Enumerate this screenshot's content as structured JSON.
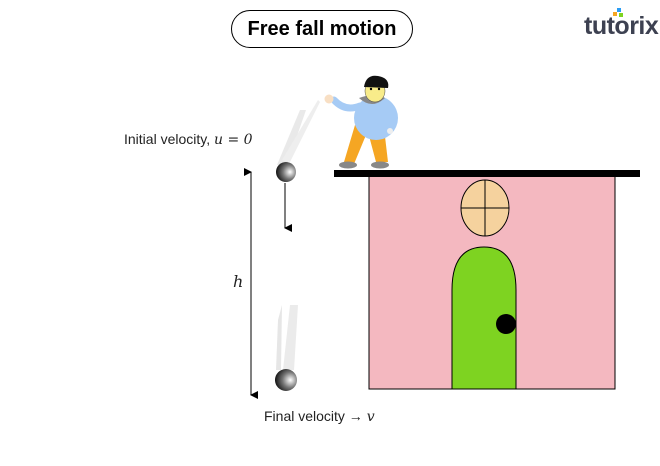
{
  "title": "Free fall motion",
  "logo": "tutorix",
  "labels": {
    "initial_velocity_text": "Initial velocity, ",
    "initial_velocity_math": "u = 0",
    "height_symbol": "h",
    "final_velocity_text": "Final velocity → ",
    "final_velocity_math": "v"
  },
  "colors": {
    "house": "#f4b8c0",
    "door": "#7ed321",
    "window": "#f5d29e",
    "shirt": "#a6cbf5",
    "pants": "#f5a623",
    "roof": "#000000"
  }
}
